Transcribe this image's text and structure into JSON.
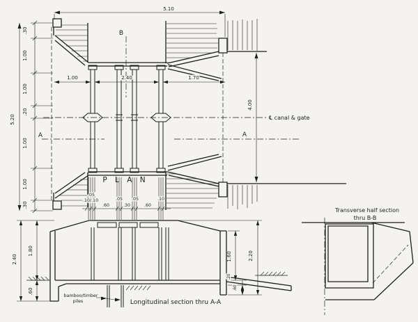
{
  "plan": {
    "title": "P L A N",
    "b_label": "B",
    "a_left": "A",
    "a_right": "A",
    "centerline": "℄ canal & gate",
    "dim_width_total": "5.10",
    "dim_height_total": "5.20",
    "dim_right_height": "4.00",
    "chain": [
      ".30",
      "1.00",
      "1.00",
      ".20",
      "1.00",
      "1.00",
      ".30"
    ],
    "widths": [
      "1.00",
      "2.40",
      "1.70"
    ],
    "detail": [
      ".05",
      ".10/.10",
      ".60",
      ".05",
      ".30",
      ".05",
      ".60",
      ".10"
    ]
  },
  "longitudinal": {
    "caption": "Longitudinal section thru A-A",
    "piles_line1": "bamboo/timber",
    "piles_line2": "piles",
    "dim_total": "2.40",
    "dim_upper": "1.80",
    "dim_lower": ".60",
    "dim_right_upper": "1.60",
    "dim_right_total": "2.20",
    "dim_right_small": ".20",
    "dim_right_lower": ".60"
  },
  "transverse": {
    "caption_line1": "Transverse half section",
    "caption_line2": "thru B-B"
  },
  "colors": {
    "paper": "#f4f3f0",
    "ink": "#1d1d1b"
  }
}
